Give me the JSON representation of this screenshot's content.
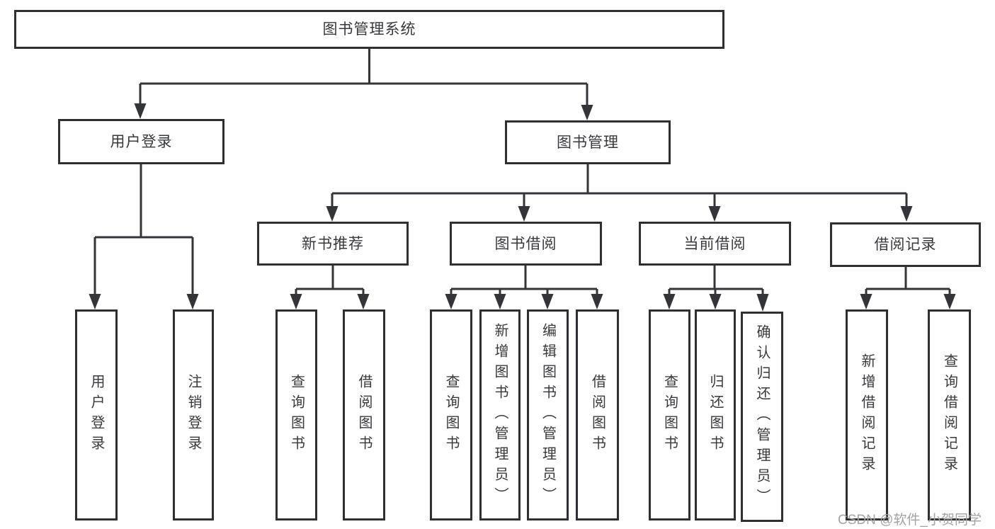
{
  "diagram": {
    "type": "hierarchy-structure-chart",
    "orientation": "top-down"
  },
  "colors": {
    "background": "#ffffff",
    "line": "#333538",
    "box_border": "#2e3033",
    "text": "#37393c",
    "watermark": "#a3a3a3"
  },
  "nodes": {
    "root": {
      "label": "图书管理系统"
    },
    "user_login": {
      "label": "用户登录"
    },
    "book_mgmt": {
      "label": "图书管理"
    },
    "new_book_rec": {
      "label": "新书推荐"
    },
    "book_borrow": {
      "label": "图书借阅"
    },
    "current_borrow": {
      "label": "当前借阅"
    },
    "borrow_record": {
      "label": "借阅记录"
    },
    "leaf_user_login": {
      "label": "用户登录"
    },
    "leaf_logout": {
      "label": "注销登录"
    },
    "leaf_query_book_1": {
      "label": "查询图书"
    },
    "leaf_borrow_book_1": {
      "label": "借阅图书"
    },
    "leaf_query_book_2": {
      "label": "查询图书"
    },
    "leaf_add_book": {
      "label": "新增图书（管理员）"
    },
    "leaf_edit_book": {
      "label": "编辑图书（管理员）"
    },
    "leaf_borrow_book_2": {
      "label": "借阅图书"
    },
    "leaf_query_book_3": {
      "label": "查询图书"
    },
    "leaf_return_book": {
      "label": "归还图书"
    },
    "leaf_confirm_return": {
      "label": "确认归还（管理员）"
    },
    "leaf_add_record": {
      "label": "新增借阅记录"
    },
    "leaf_query_record": {
      "label": "查询借阅记录"
    }
  },
  "hierarchy": {
    "root": "图书管理系统",
    "children": [
      {
        "label": "用户登录",
        "children": [
          "用户登录",
          "注销登录"
        ]
      },
      {
        "label": "图书管理",
        "children": [
          {
            "label": "新书推荐",
            "children": [
              "查询图书",
              "借阅图书"
            ]
          },
          {
            "label": "图书借阅",
            "children": [
              "查询图书",
              "新增图书（管理员）",
              "编辑图书（管理员）",
              "借阅图书"
            ]
          },
          {
            "label": "当前借阅",
            "children": [
              "查询图书",
              "归还图书",
              "确认归还（管理员）"
            ]
          },
          {
            "label": "借阅记录",
            "children": [
              "新增借阅记录",
              "查询借阅记录"
            ]
          }
        ]
      }
    ]
  },
  "watermark": {
    "text": "CSDN @软件_小贺同学"
  }
}
